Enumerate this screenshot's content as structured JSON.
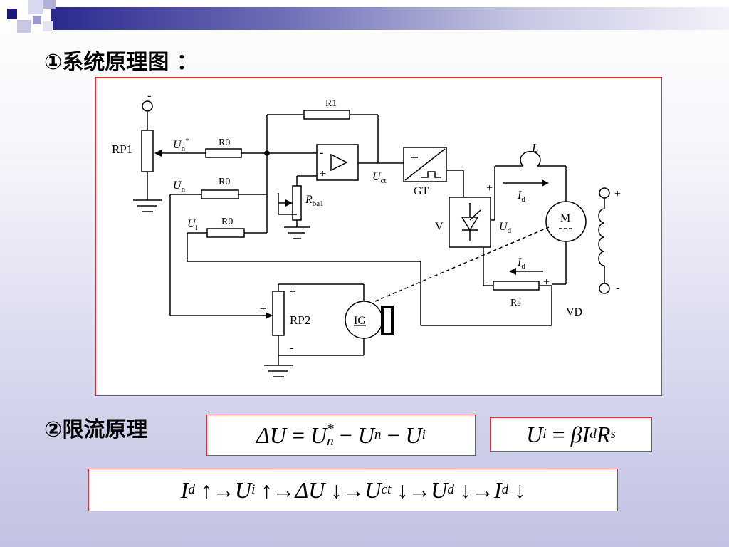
{
  "slide": {
    "heading1": "①系统原理图 ：",
    "heading2": "②限流原理"
  },
  "diagram": {
    "labels": {
      "rp1": "RP1",
      "un_star": "U",
      "un_star_sub": "n",
      "un_star_sup": "*",
      "r0_1": "R0",
      "r0_2": "R0",
      "r0_3": "R0",
      "r1": "R1",
      "un": "U",
      "un_sub": "n",
      "ui": "U",
      "ui_sub": "i",
      "rbal": "R",
      "rbal_sub": "ba1",
      "uct": "U",
      "uct_sub": "ct",
      "gt": "GT",
      "v": "V",
      "l": "L",
      "id_top": "I",
      "id_top_sub": "d",
      "ud": "U",
      "ud_sub": "d",
      "m": "M",
      "id_bottom": "I",
      "id_bottom_sub": "d",
      "rs": "Rs",
      "vd": "VD",
      "ig": "IG",
      "rp2": "RP2",
      "plus": "+",
      "minus": "-"
    }
  },
  "equations": {
    "eq1": {
      "lhs": "ΔU",
      "eq": "=",
      "t1": "U",
      "t1_sub": "n",
      "t1_sup": "*",
      "op1": "−",
      "t2": "U",
      "t2_sub": "n",
      "op2": "−",
      "t3": "U",
      "t3_sub": "i"
    },
    "eq2": {
      "lhs": "U",
      "lhs_sub": "i",
      "eq": "=",
      "rhs": "βI",
      "rhs_sub": "d",
      "rhs2": "R",
      "rhs2_sub": "s"
    },
    "eq3": {
      "t1": "I",
      "t1_sub": "d",
      "a1": "↑→",
      "t2": "U",
      "t2_sub": "i",
      "a2": "↑→",
      "t3": "ΔU",
      "a3": "↓→",
      "t4": "U",
      "t4_sub": "ct",
      "a4": "↓→",
      "t5": "U",
      "t5_sub": "d",
      "a5": "↓→",
      "t6": "I",
      "t6_sub": "d",
      "a6": "↓"
    }
  },
  "colors": {
    "border": "#e03030",
    "heading": "#000000",
    "deco_dark": "#1a1a7a"
  }
}
